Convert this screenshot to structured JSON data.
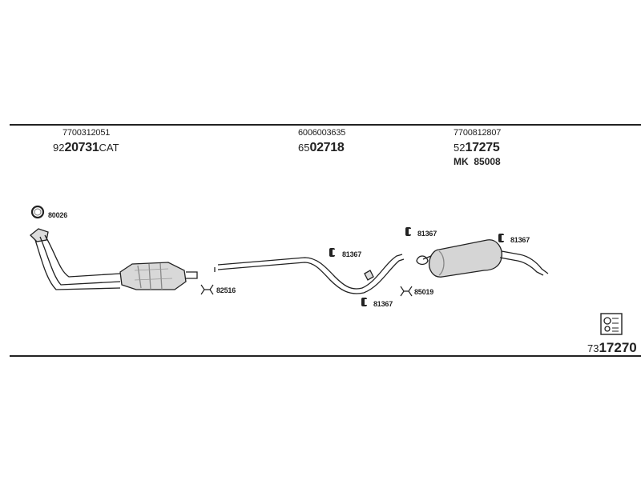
{
  "parts": [
    {
      "oem": "7700312051",
      "prefix": "92",
      "main": "20731",
      "suffix": "CAT"
    },
    {
      "oem": "6006003635",
      "prefix": "65",
      "main": "02718",
      "suffix": ""
    },
    {
      "oem": "7700812807",
      "prefix": "52",
      "main": "17275",
      "suffix": "",
      "mk_prefix": "MK",
      "mk_number": "85008"
    }
  ],
  "callouts": {
    "ring": "80026",
    "clamp_front": "82516",
    "mount_mid_upper": "81367",
    "mount_mid_lower": "81367",
    "mount_rear_left": "81367",
    "mount_rear_right": "81367",
    "clamp_rear": "85019"
  },
  "kit": {
    "prefix": "73",
    "main": "17270"
  }
}
